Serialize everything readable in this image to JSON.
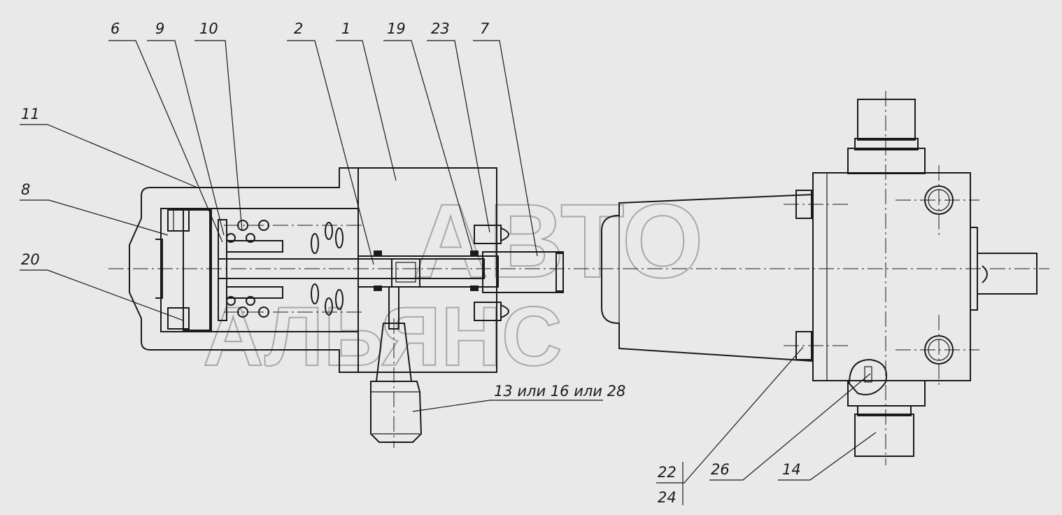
{
  "watermark": {
    "line1": "АВТО",
    "line2": "АЛЬЯНС"
  },
  "callouts": {
    "p6": "6",
    "p9": "9",
    "p10": "10",
    "p2": "2",
    "p1": "1",
    "p19": "19",
    "p23": "23",
    "p7": "7",
    "p11": "11",
    "p8": "8",
    "p20": "20",
    "p13": "13 или 16 или 28",
    "p22": "22",
    "p24": "24",
    "p26": "26",
    "p14": "14"
  }
}
